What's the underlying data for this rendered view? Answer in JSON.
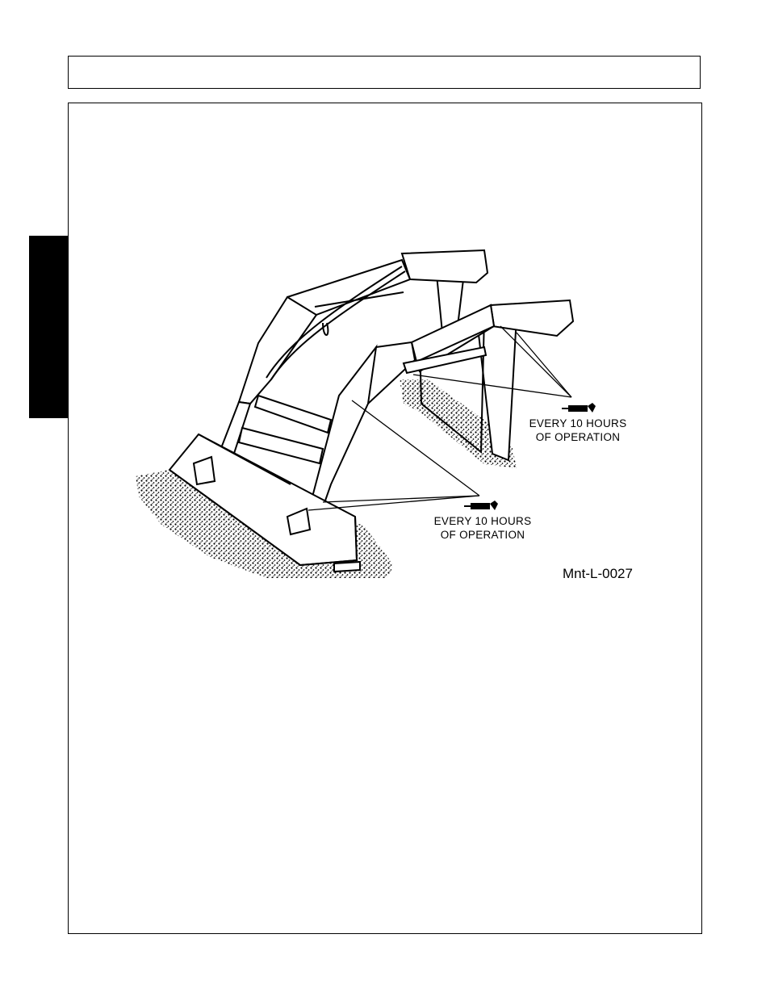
{
  "callouts": {
    "upper_line1": "EVERY 10 HOURS",
    "upper_line2": "OF OPERATION",
    "lower_line1": "EVERY 10 HOURS",
    "lower_line2": "OF OPERATION"
  },
  "figure_id": "Mnt-L-0027",
  "icons": {
    "grease_gun": "grease-gun-icon"
  }
}
